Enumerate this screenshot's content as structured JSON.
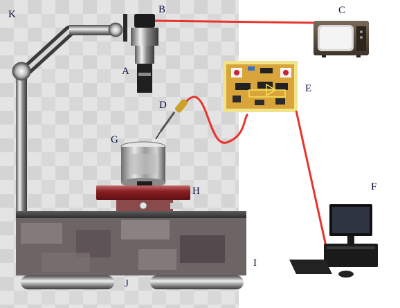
{
  "labels": {
    "A": "A",
    "B": "B",
    "C": "C",
    "D": "D",
    "E": "E",
    "F": "F",
    "G": "G",
    "H": "H",
    "I": "I",
    "J": "J",
    "K": "K"
  },
  "colors": {
    "background_light": "#e6e6e6",
    "background_tile": "#d2d2d2",
    "cable_red": "#e8342c",
    "circuit_board": "#d9a53b",
    "circuit_border": "#f1e38a",
    "stage_red": "#8a1f24",
    "label_text": "#0b1240"
  }
}
